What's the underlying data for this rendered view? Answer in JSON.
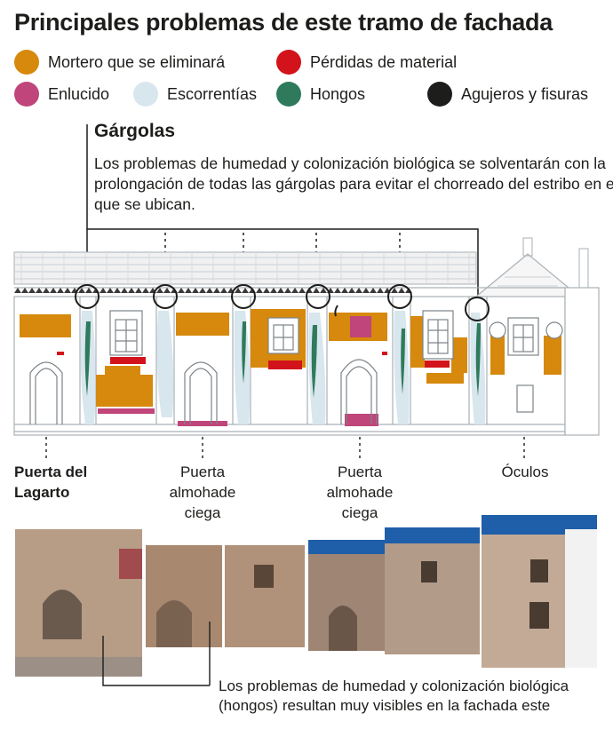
{
  "title": "Principales problemas de este tramo de fachada",
  "legend": [
    {
      "label": "Mortero que se eliminará",
      "color": "#d6890c"
    },
    {
      "label": "Pérdidas de material",
      "color": "#d2131c"
    },
    {
      "label": "Enlucido",
      "color": "#c0457a"
    },
    {
      "label": "Escorrentías",
      "color": "#d8e6ee"
    },
    {
      "label": "Hongos",
      "color": "#2f7a5d"
    },
    {
      "label": "Agujeros y fisuras",
      "color": "#1d1d1b"
    }
  ],
  "gargolas": {
    "title": "Gárgolas",
    "text": "Los problemas de humedad y colonización biológica se solventarán con la prolongación de todas las gárgolas para evitar el chorreado del estribo en el que se ubican."
  },
  "labels": {
    "puerta_lagarto": "Puerta del Lagarto",
    "puerta_almohade_1": "Puerta almohade ciega",
    "puerta_almohade_2": "Puerta almohade ciega",
    "oculos": "Óculos"
  },
  "caption": "Los problemas de humedad y colonización biológica (hongos) resultan muy visibles en la fachada este"
}
